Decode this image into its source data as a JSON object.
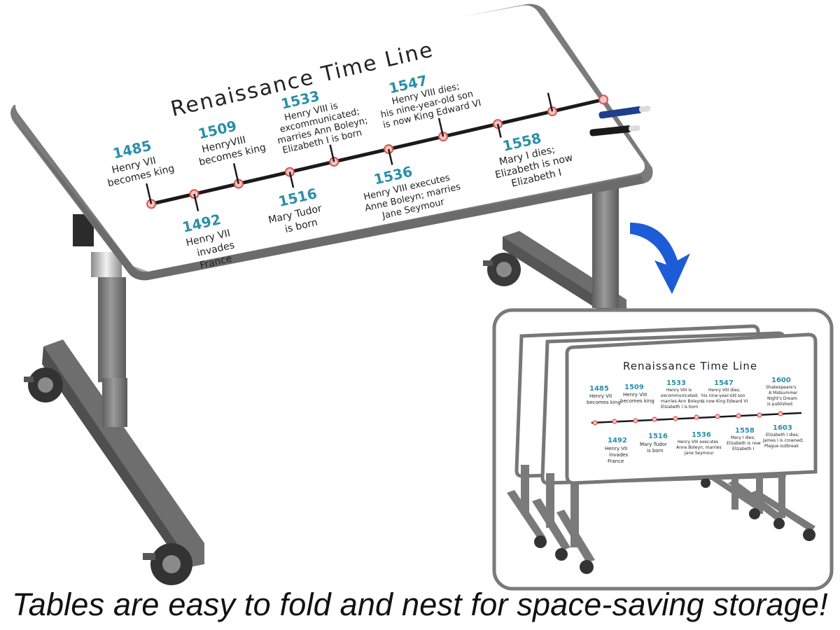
{
  "caption": "Tables are easy to fold and nest for space-saving storage!",
  "colors": {
    "frame": "#7a7a7a",
    "accent_year": "#2a8fa8",
    "arrow": "#1e5bd6",
    "timeline_marker": "#d9534f"
  },
  "main_board": {
    "title": "Renaissance Time Line",
    "events_top": [
      {
        "year": "1485",
        "line1": "Henry VII",
        "line2": "becomes king",
        "line3": ""
      },
      {
        "year": "1509",
        "line1": "HenryVIII",
        "line2": "becomes king",
        "line3": ""
      },
      {
        "year": "1533",
        "line1": "Henry VIII is",
        "line2": "excommunicated;",
        "line3": "marries Ann Boleyn;",
        "line4": "Elizabeth I is born"
      },
      {
        "year": "1547",
        "line1": "Henry VIII dies;",
        "line2": "his nine-year-old son",
        "line3": "is now King Edward VI"
      }
    ],
    "events_bottom": [
      {
        "year": "1492",
        "line1": "Henry VII",
        "line2": "invades",
        "line3": "France"
      },
      {
        "year": "1516",
        "line1": "Mary Tudor",
        "line2": "is born",
        "line3": ""
      },
      {
        "year": "1536",
        "line1": "Henry VIII executes",
        "line2": "Anne Boleyn; marries",
        "line3": "Jane Seymour"
      },
      {
        "year": "1558",
        "line1": "Mary I dies;",
        "line2": "Elizabeth is now",
        "line3": "Elizabeth I"
      }
    ]
  },
  "inset_board": {
    "title": "Renaissance Time Line",
    "events_top": [
      {
        "year": "1485",
        "line1": "Henry VII",
        "line2": "becomes king"
      },
      {
        "year": "1509",
        "line1": "Henry VIII",
        "line2": "becomes king"
      },
      {
        "year": "1533",
        "line1": "Henry VIII is",
        "line2": "excommunicated;",
        "line3": "marries Ann Boleyn;",
        "line4": "Elizabeth I is born"
      },
      {
        "year": "1547",
        "line1": "Henry VIII dies;",
        "line2": "his nine-year-old son",
        "line3": "is now King Edward VI"
      },
      {
        "year": "1600",
        "line1": "Shakespeare's",
        "line2": "A Midsummer",
        "line3": "Night's Dream",
        "line4": "is published"
      }
    ],
    "events_bottom": [
      {
        "year": "1492",
        "line1": "Henry VII",
        "line2": "invades",
        "line3": "France"
      },
      {
        "year": "1516",
        "line1": "Mary Tudor",
        "line2": "is born"
      },
      {
        "year": "1536",
        "line1": "Henry VIII executes",
        "line2": "Anne Boleyn; marries",
        "line3": "Jane Seymour"
      },
      {
        "year": "1558",
        "line1": "Mary I dies;",
        "line2": "Elizabeth is now",
        "line3": "Elizabeth I"
      },
      {
        "year": "1603",
        "line1": "Elizabeth I dies;",
        "line2": "James I is crowned;",
        "line3": "Plague outbreak"
      }
    ]
  }
}
